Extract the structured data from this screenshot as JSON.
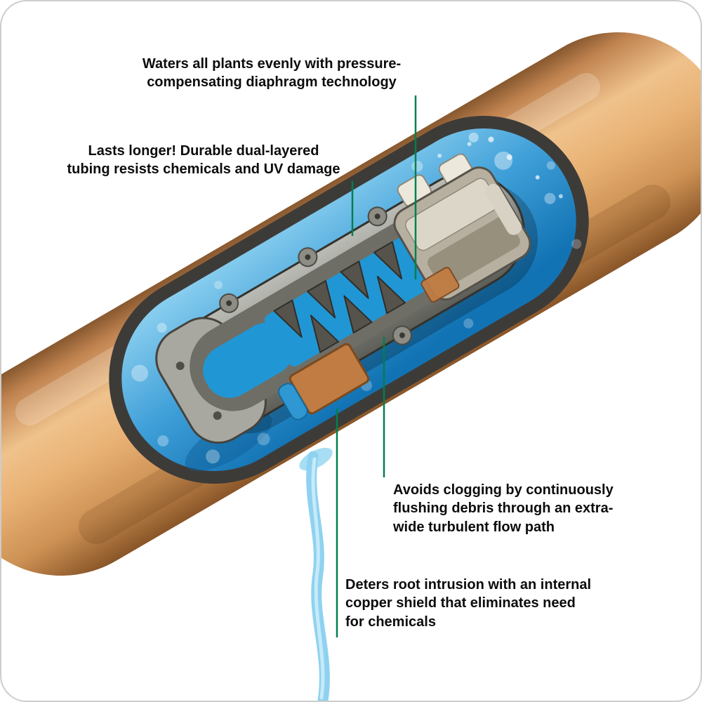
{
  "annotations": {
    "pressure": "Waters all plants evenly with pressure-\ncompensating diaphragm technology",
    "durability": "Lasts longer! Durable dual-layered\ntubing resists chemicals and UV damage",
    "anti_clog": "Avoids clogging by continuously\nflushing debris through an extra-\nwide turbulent flow path",
    "root_intrusion": "Deters root intrusion with an internal\ncopper shield that eliminates need\nfor chemicals"
  },
  "colors": {
    "leader_line": "#00804e",
    "tube_tan": "#e9b275",
    "water_light": "#8cd0f0",
    "water_deep": "#1273b4",
    "emitter_gray": "#90908a",
    "copper": "#c07c42",
    "drip_blue": "#8ed2f0"
  }
}
